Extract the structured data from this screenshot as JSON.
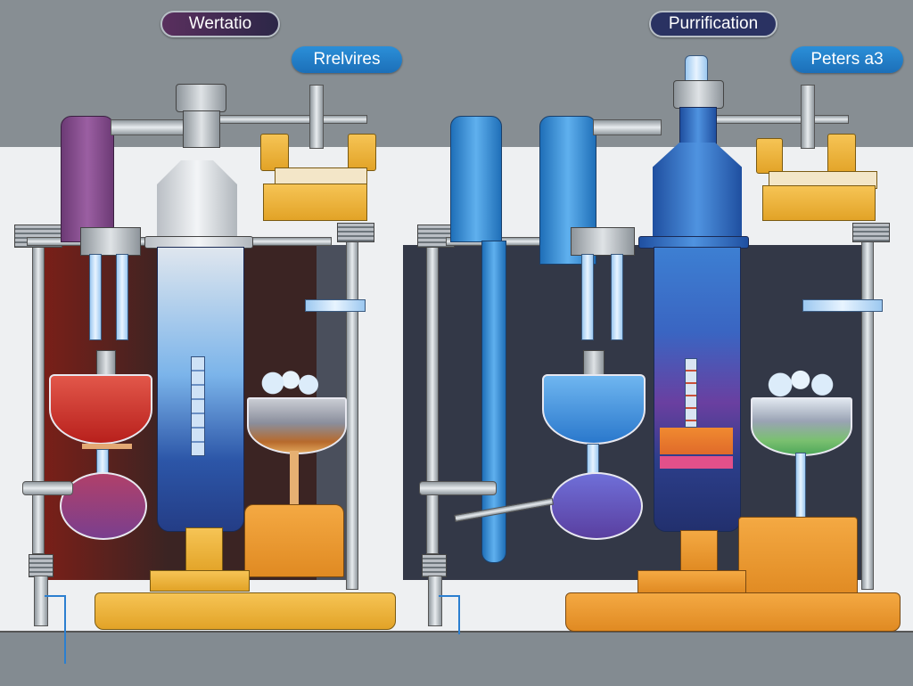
{
  "labels": {
    "left_title": "Wertatio",
    "left_subtitle": "Rrelvires",
    "right_title": "Purrification",
    "right_subtitle": "Peters a3"
  },
  "colors": {
    "background_top": "#878e93",
    "background_mid": "#eef0f2",
    "floor": "#838b91",
    "left_panel": "#3b2423",
    "right_panel": "#333847",
    "pipe_purple": "#8a4f92",
    "pipe_blue": "#3b8ad6",
    "base_gold": "#f0b640",
    "base_orange": "#f0a03a",
    "label_blue": "#2384cf"
  },
  "diagram": {
    "left_unit": {
      "components": [
        "purple inlet pipe",
        "grey filter column",
        "red separating funnel",
        "purple round flask",
        "gold reservoir tank",
        "amber filter cup with bubbles",
        "orange collection beaker",
        "gold base platform",
        "drain pipes"
      ]
    },
    "right_unit": {
      "components": [
        "blue U-pipes",
        "blue filter column",
        "blue separating funnel",
        "purple round flask",
        "gold reservoir tank",
        "glass filter cup with bubbles",
        "orange collection block",
        "orange base platform",
        "drain pipes"
      ]
    }
  }
}
